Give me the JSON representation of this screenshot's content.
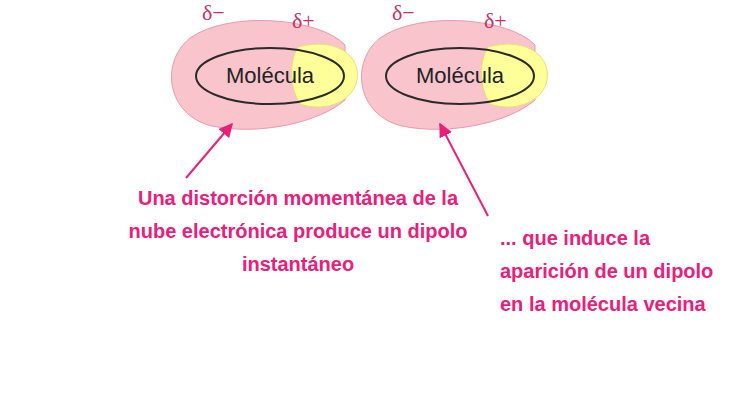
{
  "diagram": {
    "nodes": [
      {
        "text": [
          "Molécula"
        ]
      },
      {
        "text": [
          "Molécula"
        ]
      }
    ],
    "labels": [
      "δ−",
      "δ+",
      "δ−",
      "δ+",
      "Una distorción momentánea de la nube electrónica produce un dipolo instantáneo",
      "... que induce la aparición de un dipolo en la molécula vecina"
    ]
  }
}
